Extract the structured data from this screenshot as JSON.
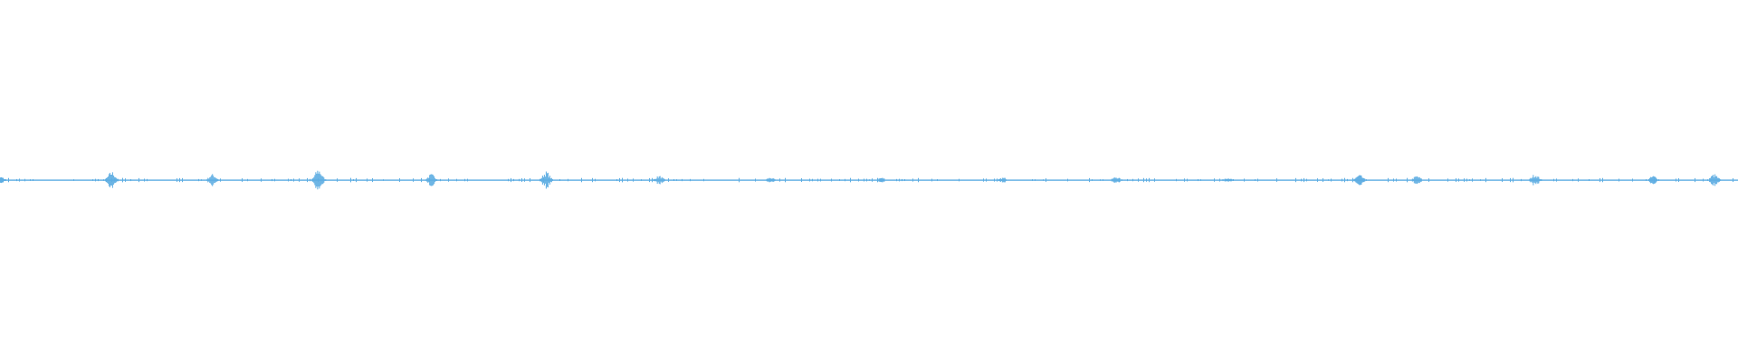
{
  "chart_data": {
    "type": "waveform",
    "color": "#5dade2",
    "background": "#ffffff",
    "axes_visible": false,
    "grid": false,
    "ylim": [
      -1,
      1
    ],
    "noise_floor": 0.008,
    "bursts": [
      {
        "t": 0.0,
        "amplitude": 0.02
      },
      {
        "t": 0.064,
        "amplitude": 0.05
      },
      {
        "t": 0.122,
        "amplitude": 0.035
      },
      {
        "t": 0.183,
        "amplitude": 0.065
      },
      {
        "t": 0.248,
        "amplitude": 0.035
      },
      {
        "t": 0.314,
        "amplitude": 0.05
      },
      {
        "t": 0.379,
        "amplitude": 0.025
      },
      {
        "t": 0.443,
        "amplitude": 0.015
      },
      {
        "t": 0.507,
        "amplitude": 0.015
      },
      {
        "t": 0.577,
        "amplitude": 0.015
      },
      {
        "t": 0.642,
        "amplitude": 0.02
      },
      {
        "t": 0.706,
        "amplitude": 0.015
      },
      {
        "t": 0.782,
        "amplitude": 0.03
      },
      {
        "t": 0.815,
        "amplitude": 0.025
      },
      {
        "t": 0.883,
        "amplitude": 0.035
      },
      {
        "t": 0.951,
        "amplitude": 0.025
      },
      {
        "t": 0.986,
        "amplitude": 0.035
      }
    ]
  }
}
